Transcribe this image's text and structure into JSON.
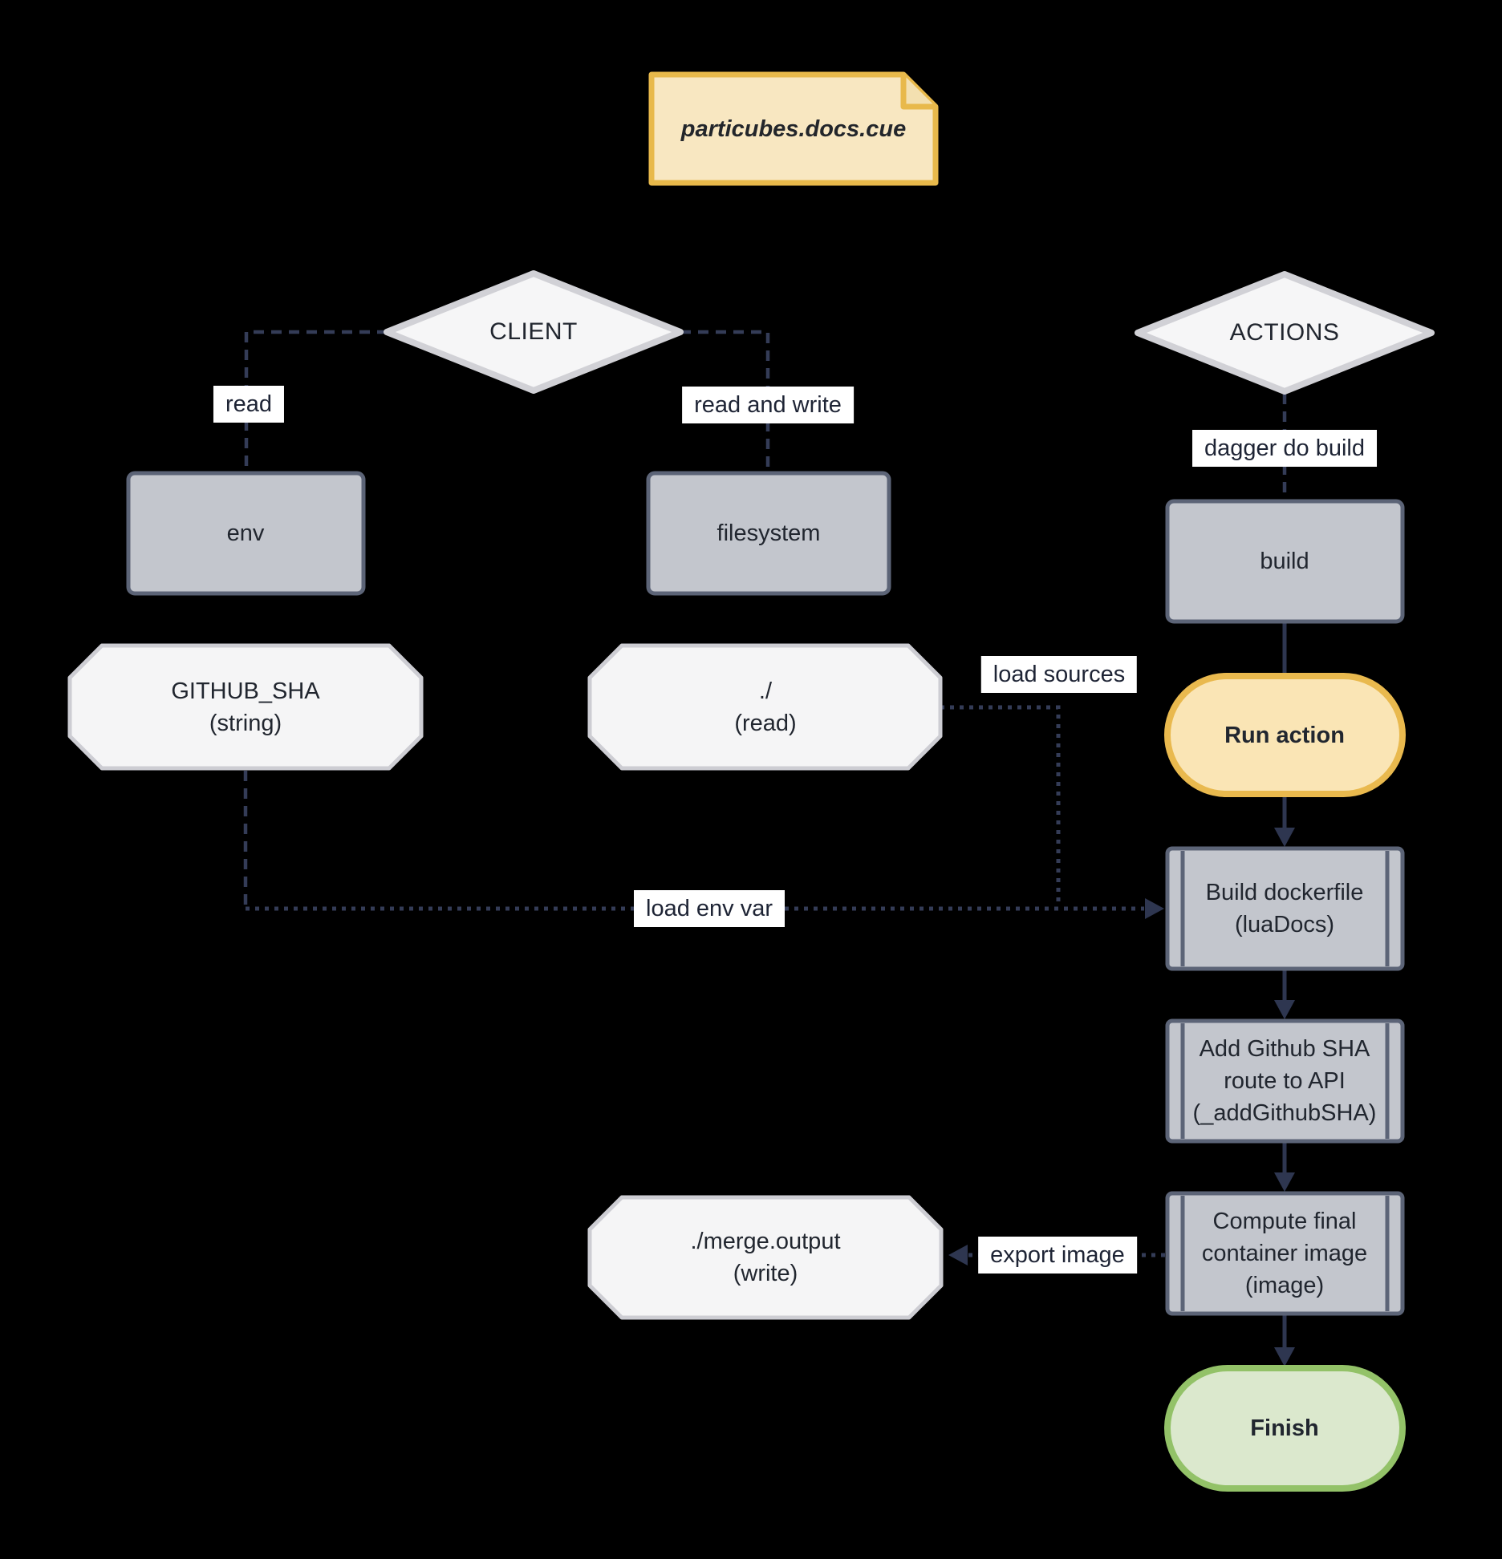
{
  "diagram": {
    "note": {
      "label": "particubes.docs.cue"
    },
    "groups": {
      "client": "CLIENT",
      "actions": "ACTIONS"
    },
    "nodes": {
      "env": {
        "line1": "env"
      },
      "filesystem": {
        "line1": "filesystem"
      },
      "build": {
        "line1": "build"
      },
      "github_sha": {
        "line1": "GITHUB_SHA",
        "line2": "(string)"
      },
      "dot_read": {
        "line1": "./",
        "line2": "(read)"
      },
      "run_action": {
        "line1": "Run action"
      },
      "build_dockerfile": {
        "line1": "Build dockerfile",
        "line2": "(luaDocs)"
      },
      "add_github_sha": {
        "line1": "Add Github SHA",
        "line2": "route to API",
        "line3": "(_addGithubSHA)"
      },
      "compute_image": {
        "line1": "Compute final",
        "line2": "container image",
        "line3": "(image)"
      },
      "merge_output": {
        "line1": "./merge.output",
        "line2": "(write)"
      },
      "finish": {
        "line1": "Finish"
      }
    },
    "edge_labels": {
      "read": "read",
      "read_and_write": "read and write",
      "dagger_do_build": "dagger do build",
      "load_sources": "load sources",
      "load_env_var": "load env var",
      "export_image": "export image"
    },
    "colors": {
      "background": "#000000",
      "note_fill": "#f8e7c1",
      "note_border": "#e8b94b",
      "box_fill": "#c3c6cd",
      "box_border": "#5c6477",
      "shape_fill": "#f5f5f6",
      "shape_border": "#cdcdd3",
      "action_fill": "#fae5b5",
      "action_border": "#e9b94e",
      "finish_fill": "#dbe8cd",
      "finish_border": "#93c268",
      "edge_line": "#343c57",
      "label_bg": "#ffffff",
      "text": "#21262f"
    }
  }
}
